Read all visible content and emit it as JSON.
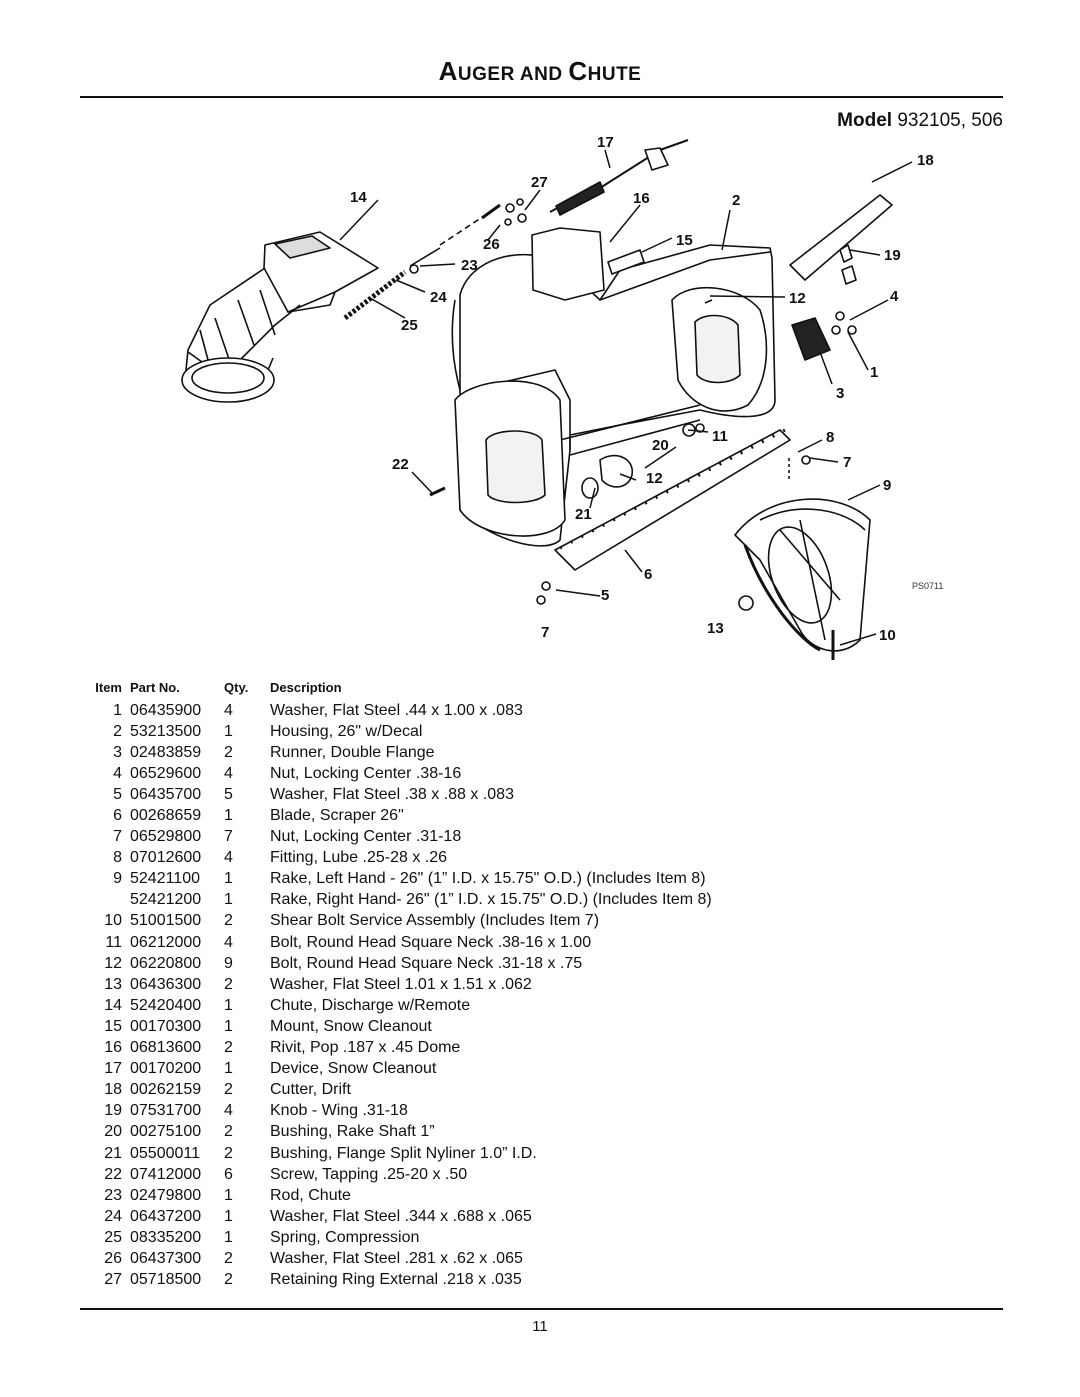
{
  "page": {
    "title_parts": [
      {
        "text": "A",
        "size": "big"
      },
      {
        "text": "UGER AND ",
        "size": "small"
      },
      {
        "text": "C",
        "size": "big"
      },
      {
        "text": "HUTE",
        "size": "small"
      }
    ],
    "model_label": "Model",
    "model_number": "932105, 506",
    "figure_code": "PS0711",
    "page_number": "11"
  },
  "callouts": [
    "17",
    "18",
    "27",
    "14",
    "16",
    "2",
    "26",
    "15",
    "23",
    "19",
    "24",
    "12",
    "4",
    "25",
    "1",
    "3",
    "11",
    "20",
    "8",
    "22",
    "7",
    "12",
    "9",
    "21",
    "6",
    "5",
    "7",
    "13",
    "10"
  ],
  "table": {
    "headers": {
      "item": "Item",
      "part_no": "Part No.",
      "qty": "Qty.",
      "description": "Description"
    },
    "rows": [
      {
        "item": "1",
        "part_no": "06435900",
        "qty": "4",
        "description": "Washer, Flat Steel .44 x 1.00 x .083"
      },
      {
        "item": "2",
        "part_no": "53213500",
        "qty": "1",
        "description": "Housing, 26\" w/Decal"
      },
      {
        "item": "3",
        "part_no": "02483859",
        "qty": "2",
        "description": "Runner, Double Flange"
      },
      {
        "item": "4",
        "part_no": "06529600",
        "qty": "4",
        "description": "Nut, Locking Center .38-16"
      },
      {
        "item": "5",
        "part_no": "06435700",
        "qty": "5",
        "description": "Washer, Flat Steel .38 x .88 x .083"
      },
      {
        "item": "6",
        "part_no": "00268659",
        "qty": "1",
        "description": "Blade, Scraper 26\""
      },
      {
        "item": "7",
        "part_no": "06529800",
        "qty": "7",
        "description": "Nut, Locking Center .31-18"
      },
      {
        "item": "8",
        "part_no": "07012600",
        "qty": "4",
        "description": "Fitting, Lube .25-28 x .26"
      },
      {
        "item": "9",
        "part_no": "52421100",
        "qty": "1",
        "description": "Rake, Left Hand - 26\" (1” I.D. x 15.75\" O.D.) (Includes Item 8)"
      },
      {
        "item": "",
        "part_no": "52421200",
        "qty": "1",
        "description": "Rake, Right Hand- 26\" (1” I.D. x 15.75\" O.D.) (Includes Item 8)"
      },
      {
        "item": "10",
        "part_no": "51001500",
        "qty": "2",
        "description": "Shear Bolt Service Assembly (Includes Item 7)"
      },
      {
        "item": "11",
        "part_no": "06212000",
        "qty": "4",
        "description": "Bolt, Round Head Square Neck .38-16 x 1.00"
      },
      {
        "item": "12",
        "part_no": "06220800",
        "qty": "9",
        "description": "Bolt, Round Head Square Neck .31-18 x .75"
      },
      {
        "item": "13",
        "part_no": "06436300",
        "qty": "2",
        "description": "Washer, Flat Steel 1.01 x 1.51 x .062"
      },
      {
        "item": "14",
        "part_no": "52420400",
        "qty": "1",
        "description": "Chute, Discharge w/Remote"
      },
      {
        "item": "15",
        "part_no": "00170300",
        "qty": "1",
        "description": "Mount, Snow Cleanout"
      },
      {
        "item": "16",
        "part_no": "06813600",
        "qty": "2",
        "description": "Rivit, Pop .187 x .45 Dome"
      },
      {
        "item": "17",
        "part_no": "00170200",
        "qty": "1",
        "description": "Device, Snow Cleanout"
      },
      {
        "item": "18",
        "part_no": "00262159",
        "qty": "2",
        "description": "Cutter, Drift"
      },
      {
        "item": "19",
        "part_no": "07531700",
        "qty": "4",
        "description": "Knob - Wing .31-18"
      },
      {
        "item": "20",
        "part_no": "00275100",
        "qty": "2",
        "description": "Bushing, Rake Shaft 1”"
      },
      {
        "item": "21",
        "part_no": "05500011",
        "qty": "2",
        "description": "Bushing, Flange Split Nyliner 1.0” I.D."
      },
      {
        "item": "22",
        "part_no": "07412000",
        "qty": "6",
        "description": "Screw, Tapping .25-20 x .50"
      },
      {
        "item": "23",
        "part_no": "02479800",
        "qty": "1",
        "description": "Rod, Chute"
      },
      {
        "item": "24",
        "part_no": "06437200",
        "qty": "1",
        "description": "Washer, Flat Steel .344 x .688 x .065"
      },
      {
        "item": "25",
        "part_no": "08335200",
        "qty": "1",
        "description": "Spring, Compression"
      },
      {
        "item": "26",
        "part_no": "06437300",
        "qty": "2",
        "description": "Washer, Flat Steel .281 x .62 x .065"
      },
      {
        "item": "27",
        "part_no": "05718500",
        "qty": "2",
        "description": "Retaining Ring External .218 x .035"
      }
    ]
  }
}
